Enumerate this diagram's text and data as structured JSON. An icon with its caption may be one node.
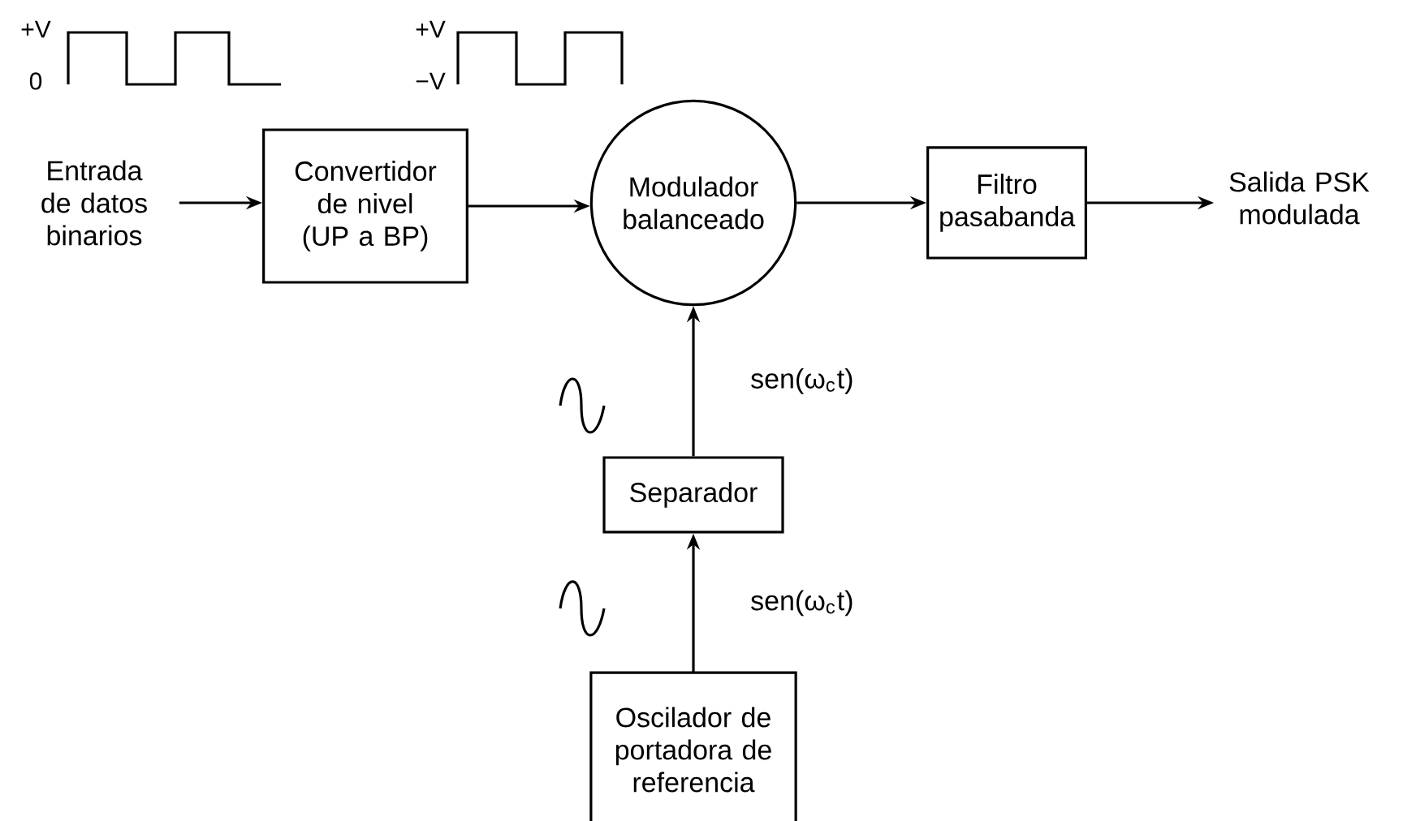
{
  "diagram": {
    "nodes": [
      {
        "text": [
          "Entrada de datos binarios"
        ]
      },
      {
        "text": [
          "Convertidor de nivel (UP a BP)"
        ]
      },
      {
        "text": [
          "Modulador balanceado"
        ]
      },
      {
        "text": [
          "Filtro pasabanda"
        ]
      },
      {
        "text": [
          "Salida PSK modulada"
        ]
      },
      {
        "text": [
          "Separador"
        ]
      },
      {
        "text": [
          "Oscilador de portadora de referencia"
        ]
      }
    ],
    "edges": [
      {
        "from": 0,
        "to": 1,
        "arrow": "to"
      },
      {
        "from": 1,
        "to": 2,
        "arrow": "to"
      },
      {
        "from": 2,
        "to": 3,
        "arrow": "to"
      },
      {
        "from": 3,
        "to": 4,
        "arrow": "to"
      },
      {
        "from": 5,
        "to": 2,
        "arrow": "to",
        "label": "sen(ω$_{c}$t)"
      },
      {
        "from": 6,
        "to": 5,
        "arrow": "to",
        "label": "sen(ω$_{c}$t)"
      }
    ],
    "labels": [
      "+V",
      "0",
      "+V",
      "−V"
    ]
  }
}
